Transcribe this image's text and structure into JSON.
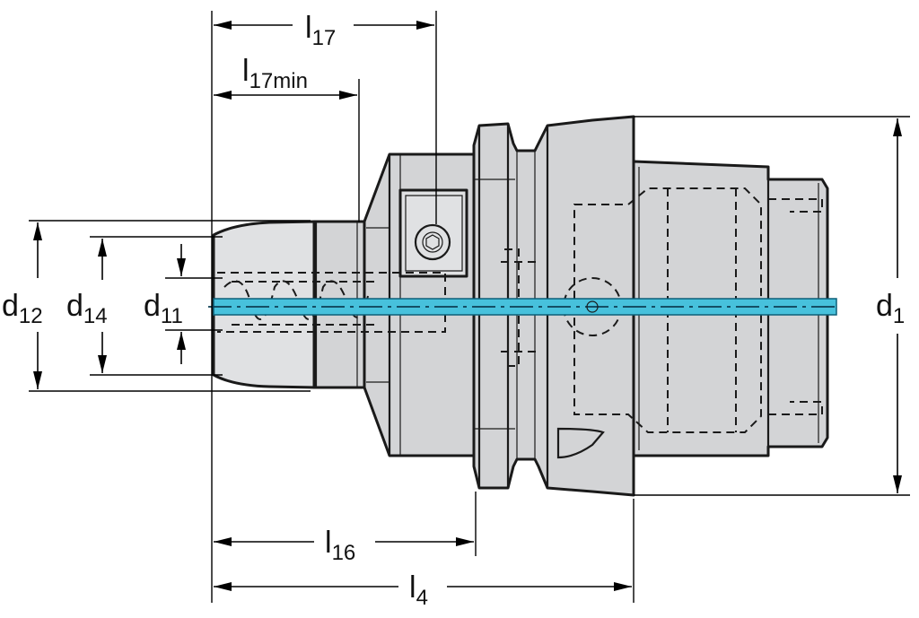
{
  "dimensions": {
    "l17": {
      "main": "l",
      "sub": "17"
    },
    "l17min": {
      "main": "l",
      "sub": "17min"
    },
    "d12": {
      "main": "d",
      "sub": "12"
    },
    "d14": {
      "main": "d",
      "sub": "14"
    },
    "d11": {
      "main": "d",
      "sub": "11"
    },
    "d1": {
      "main": "d",
      "sub": "1"
    },
    "l16": {
      "main": "l",
      "sub": "16"
    },
    "l4": {
      "main": "l",
      "sub": "4"
    }
  },
  "colors": {
    "body": "#d3d4d6",
    "coolant": "#47c1dc",
    "outline": "#1a1a1a"
  }
}
